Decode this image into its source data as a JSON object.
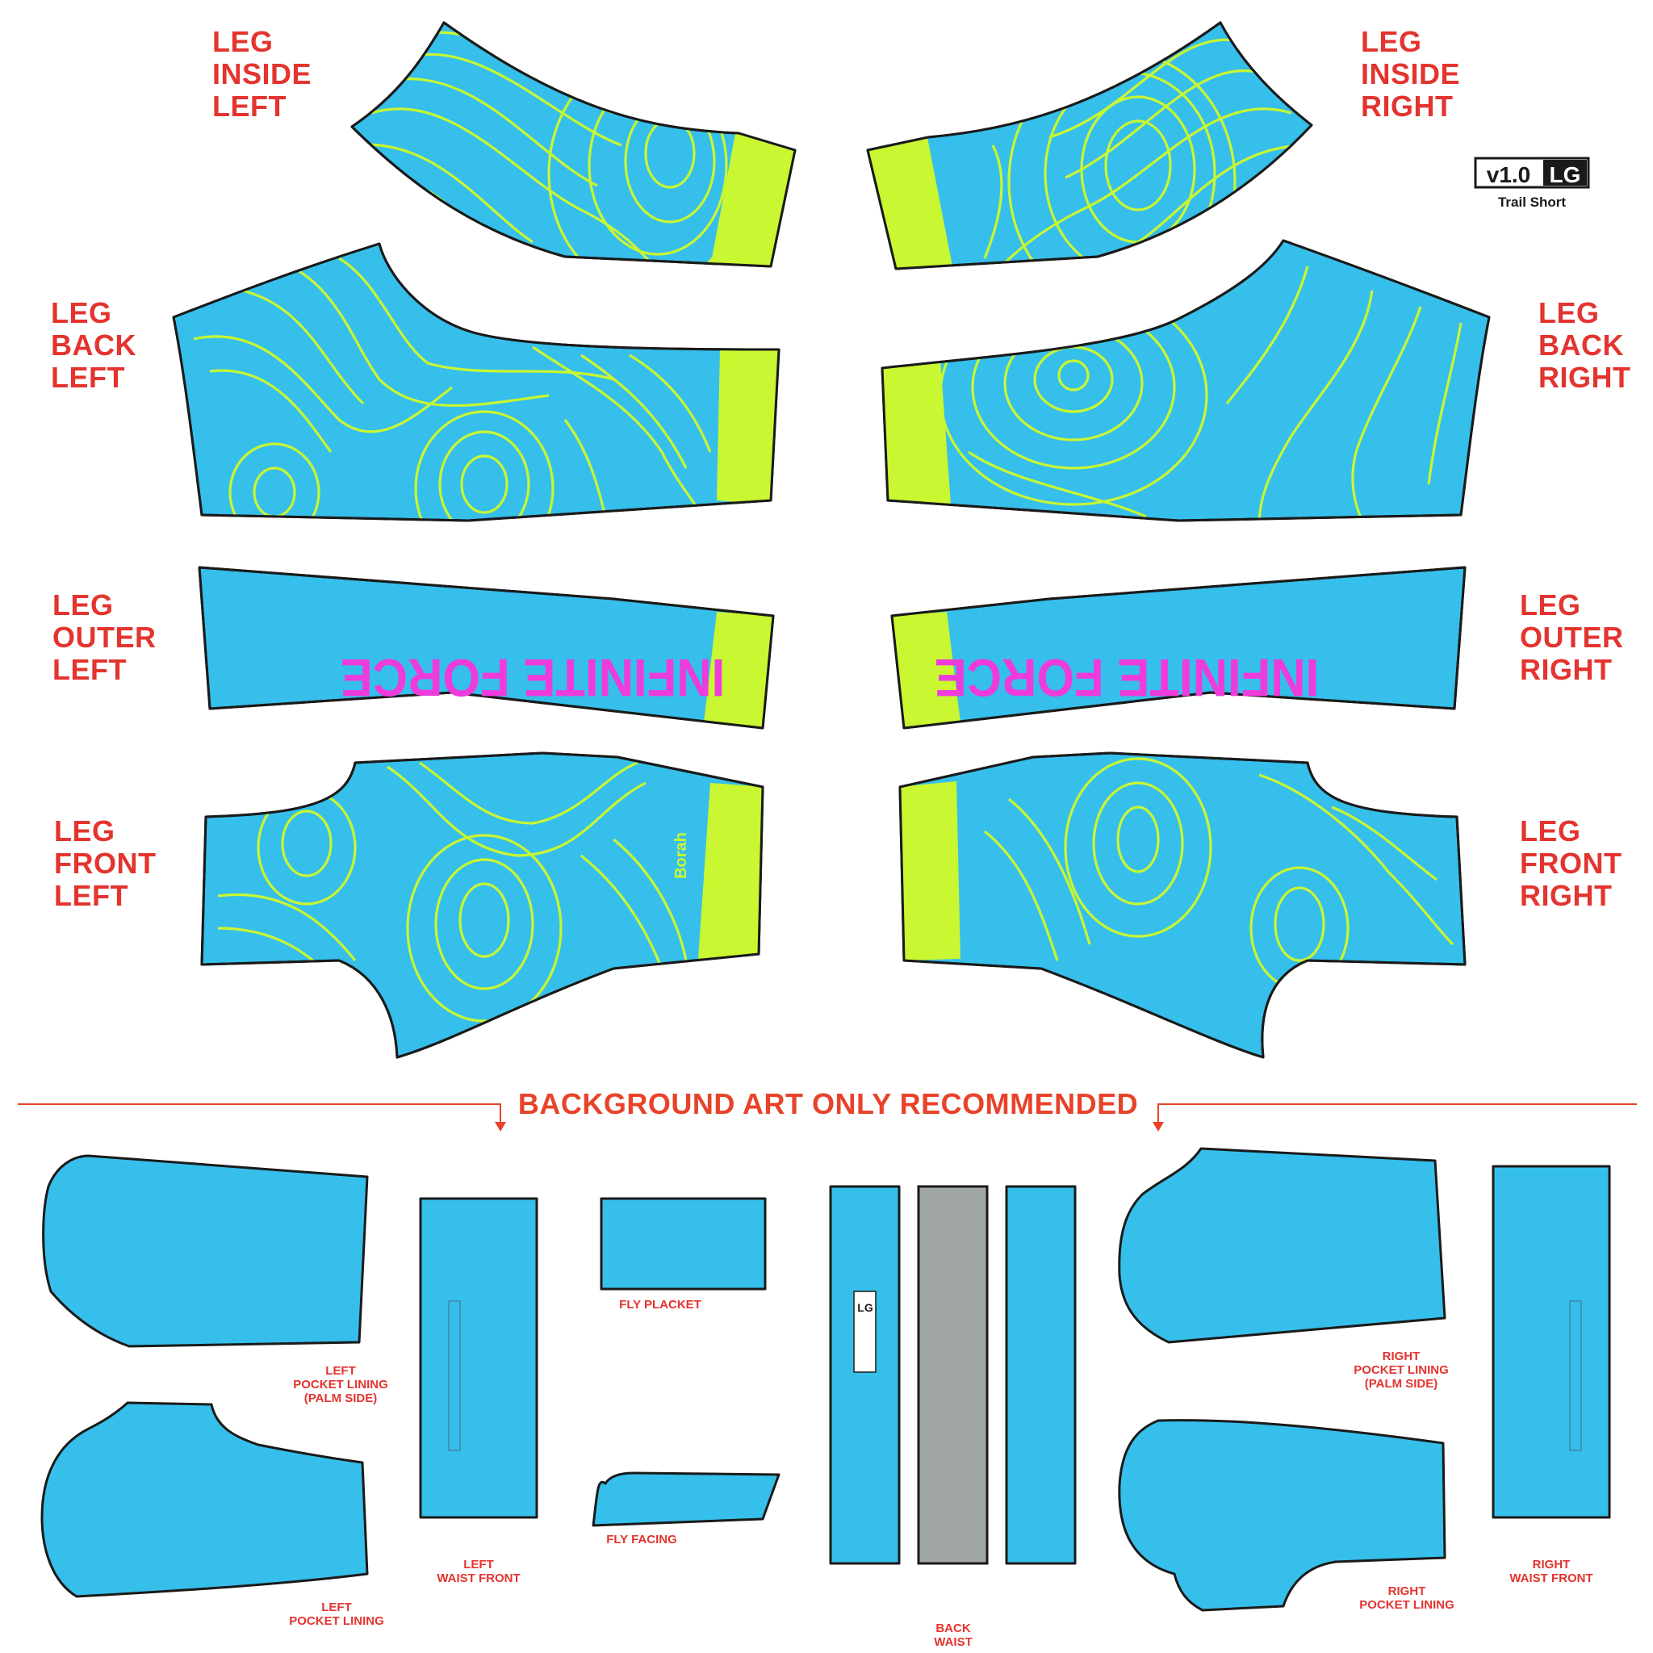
{
  "pieces": {
    "leg_inside_left": [
      "LEG",
      "INSIDE",
      "LEFT"
    ],
    "leg_inside_right": [
      "LEG",
      "INSIDE",
      "RIGHT"
    ],
    "leg_back_left": [
      "LEG",
      "BACK",
      "LEFT"
    ],
    "leg_back_right": [
      "LEG",
      "BACK",
      "RIGHT"
    ],
    "leg_outer_left": [
      "LEG",
      "OUTER",
      "LEFT"
    ],
    "leg_outer_right": [
      "LEG",
      "OUTER",
      "RIGHT"
    ],
    "leg_front_left": [
      "LEG",
      "FRONT",
      "LEFT"
    ],
    "leg_front_right": [
      "LEG",
      "FRONT",
      "RIGHT"
    ]
  },
  "version": {
    "version": "v1.0",
    "size": "LG",
    "product": "Trail Short"
  },
  "banner": "BACKGROUND ART ONLY RECOMMENDED",
  "wordmark": "INFINITE FORCE",
  "brand": "Borah",
  "small_pieces": {
    "left_pocket_lining_palm": [
      "LEFT",
      "POCKET LINING",
      "(PALM SIDE)"
    ],
    "left_pocket_lining": [
      "LEFT",
      "POCKET LINING"
    ],
    "left_waist_front": [
      "LEFT",
      "WAIST FRONT"
    ],
    "fly_placket": "FLY PLACKET",
    "fly_facing": "FLY FACING",
    "back_waist": [
      "BACK",
      "WAIST"
    ],
    "right_pocket_lining_palm": [
      "RIGHT",
      "POCKET LINING",
      "(PALM SIDE)"
    ],
    "right_pocket_lining": [
      "RIGHT",
      "POCKET LINING"
    ],
    "right_waist_front": [
      "RIGHT",
      "WAIST FRONT"
    ]
  },
  "colors": {
    "fabric_blue": "#36bfea",
    "accent_lime": "#c9f731",
    "wordmark_magenta": "#ee3bdc",
    "label_red": "#e3342f",
    "waistband_grey": "#a1a6a6"
  }
}
